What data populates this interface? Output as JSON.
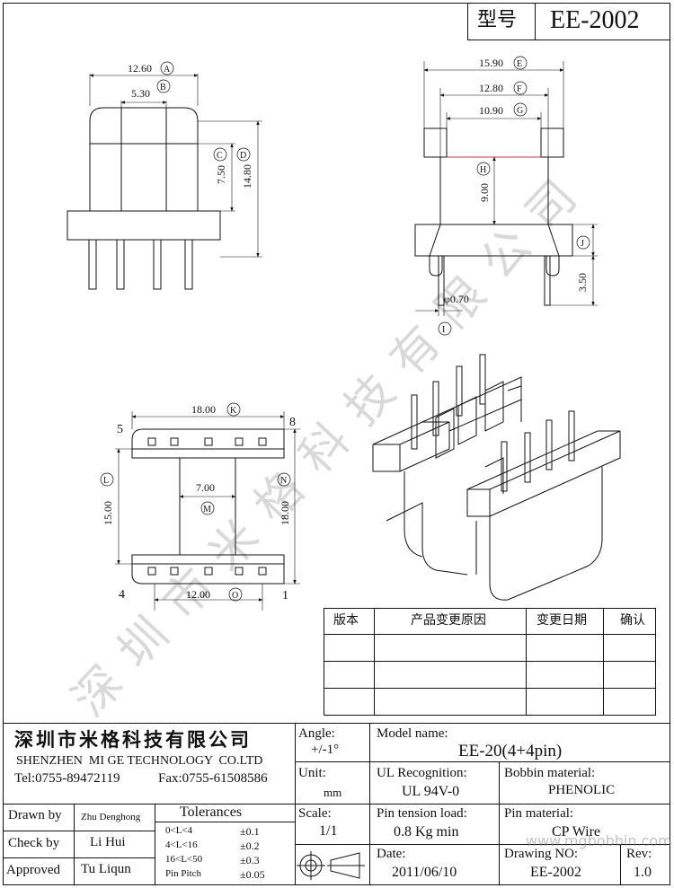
{
  "header": {
    "model_label": "型号",
    "model_value": "EE-2002"
  },
  "dims": {
    "A": "12.60",
    "B": "5.30",
    "C": "7.50",
    "D": "14.80",
    "E": "15.90",
    "F": "12.80",
    "G": "10.90",
    "H": "9.00",
    "J": "3.50",
    "I": "φ0.70",
    "K": "18.00",
    "L": "15.00",
    "M": "7.00",
    "N": "18.00",
    "O": "12.00"
  },
  "markers": {
    "A": "A",
    "B": "B",
    "C": "C",
    "D": "D",
    "E": "E",
    "F": "F",
    "G": "G",
    "H": "H",
    "I": "I",
    "J": "J",
    "K": "K",
    "L": "L",
    "M": "M",
    "N": "N",
    "O": "O"
  },
  "pins": {
    "p5": "5",
    "p8": "8",
    "p4": "4",
    "p1": "1"
  },
  "revision_table": {
    "headers": [
      "版本",
      "产品变更原因",
      "变更日期",
      "确认"
    ],
    "rows": [
      [
        "",
        "",
        "",
        ""
      ],
      [
        "",
        "",
        "",
        ""
      ],
      [
        "",
        "",
        "",
        ""
      ]
    ]
  },
  "watermark": "深圳市米格科技有限公司",
  "watermark_url": "www.mgbobbin.com",
  "title_block": {
    "company_cn": "深圳市米格科技有限公司",
    "company_en": "SHENZHEN  MI GE TECHNOLOGY  CO.LTD",
    "tel": "Tel:0755-89472119",
    "fax": "Fax:0755-61508586",
    "drawn_by_label": "Drawn by",
    "drawn_by": "Zhu Denghong",
    "check_by_label": "Check by",
    "check_by": "Li Hui",
    "approved_label": "Approved",
    "approved": "Tu Liqun",
    "tolerances_label": "Tolerances",
    "tolerances": [
      {
        "range": "0<L<4",
        "tol": "±0.1"
      },
      {
        "range": "4<L<16",
        "tol": "±0.2"
      },
      {
        "range": "16<L<50",
        "tol": "±0.3"
      },
      {
        "range": "Pin Pitch",
        "tol": "±0.05"
      }
    ],
    "angle_label": "Angle:",
    "angle": "+/-1°",
    "unit_label": "Unit:",
    "unit": "mm",
    "scale_label": "Scale:",
    "scale": "1/1",
    "model_name_label": "Model name:",
    "model_name": "EE-20(4+4pin)",
    "ul_label": "UL Recognition:",
    "ul": "UL 94V-0",
    "bobbin_label": "Bobbin material:",
    "bobbin": "PHENOLIC",
    "pin_tension_label": "Pin tension load:",
    "pin_tension": "0.8 Kg min",
    "pin_material_label": "Pin material:",
    "pin_material": "CP Wire",
    "date_label": "Date:",
    "date": "2011/06/10",
    "drawing_no_label": "Drawing NO:",
    "drawing_no": "EE-2002",
    "rev_label": "Rev:",
    "rev": "1.0"
  }
}
